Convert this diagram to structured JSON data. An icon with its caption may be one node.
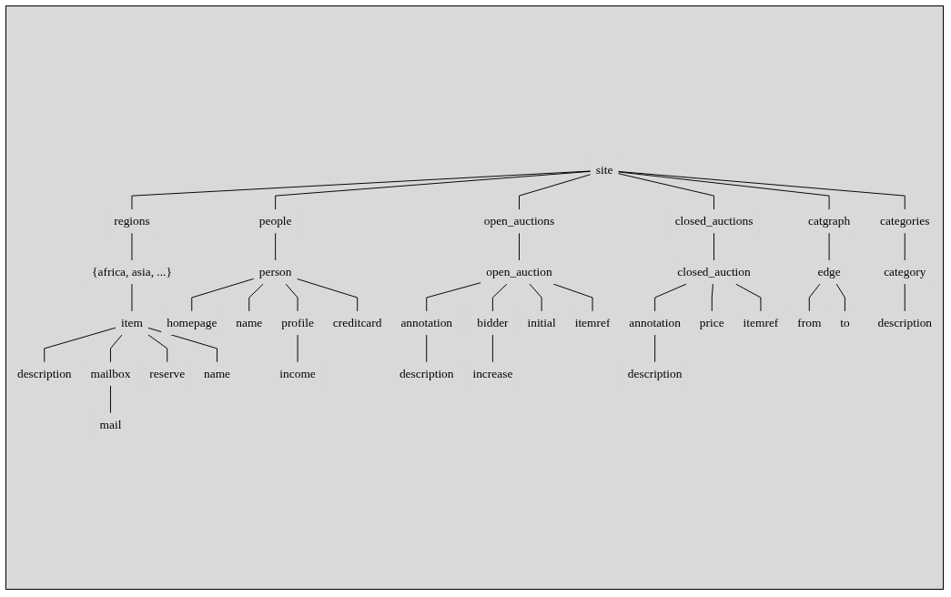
{
  "diagram": {
    "nodes": [
      {
        "text": [
          "site"
        ]
      },
      {
        "text": [
          "regions"
        ]
      },
      {
        "text": [
          "people"
        ]
      },
      {
        "text": [
          "open_auctions"
        ]
      },
      {
        "text": [
          "closed_auctions"
        ]
      },
      {
        "text": [
          "catgraph"
        ]
      },
      {
        "text": [
          "categories"
        ]
      },
      {
        "text": [
          "{africa, asia, ...}"
        ]
      },
      {
        "text": [
          "person"
        ]
      },
      {
        "text": [
          "closed_auction"
        ]
      },
      {
        "text": [
          "category"
        ]
      },
      {
        "text": [
          "homepage"
        ]
      },
      {
        "text": [
          "creditcard"
        ]
      },
      {
        "text": [
          "annotation"
        ]
      },
      {
        "text": [
          "price"
        ]
      },
      {
        "text": [
          "itemref"
        ]
      },
      {
        "text": [
          "description"
        ]
      },
      {
        "text": [
          "name"
        ]
      },
      {
        "text": [
          "profile"
        ]
      },
      {
        "text": [
          "description"
        ]
      },
      {
        "text": [
          "income"
        ]
      },
      {
        "text": [
          "item"
        ]
      },
      {
        "text": [
          "edge"
        ]
      },
      {
        "text": [
          "description"
        ]
      },
      {
        "text": [
          "reserve"
        ]
      },
      {
        "text": [
          "name"
        ]
      },
      {
        "text": [
          "from"
        ]
      },
      {
        "text": [
          "to"
        ]
      },
      {
        "text": [
          "open_auction"
        ]
      },
      {
        "text": [
          "mailbox"
        ]
      },
      {
        "text": [
          "annotation"
        ]
      },
      {
        "text": [
          "bidder"
        ]
      },
      {
        "text": [
          "initial"
        ]
      },
      {
        "text": [
          "itemref"
        ]
      },
      {
        "text": [
          "mail"
        ]
      },
      {
        "text": [
          "description"
        ]
      },
      {
        "text": [
          "increase"
        ]
      }
    ],
    "edges": [
      {
        "from": 0,
        "to": 1,
        "arrow": "none"
      },
      {
        "from": 0,
        "to": 2,
        "arrow": "none"
      },
      {
        "from": 0,
        "to": 3,
        "arrow": "none"
      },
      {
        "from": 0,
        "to": 4,
        "arrow": "none"
      },
      {
        "from": 0,
        "to": 5,
        "arrow": "none"
      },
      {
        "from": 0,
        "to": 6,
        "arrow": "none"
      },
      {
        "from": 1,
        "to": 7,
        "arrow": "none"
      },
      {
        "from": 7,
        "to": 21,
        "arrow": "none"
      },
      {
        "from": 2,
        "to": 8,
        "arrow": "none"
      },
      {
        "from": 8,
        "to": 11,
        "arrow": "none"
      },
      {
        "from": 8,
        "to": 17,
        "arrow": "none"
      },
      {
        "from": 8,
        "to": 18,
        "arrow": "none"
      },
      {
        "from": 8,
        "to": 12,
        "arrow": "none"
      },
      {
        "from": 18,
        "to": 20,
        "arrow": "none"
      },
      {
        "from": 3,
        "to": 28,
        "arrow": "none"
      },
      {
        "from": 4,
        "to": 9,
        "arrow": "none"
      },
      {
        "from": 9,
        "to": 13,
        "arrow": "none"
      },
      {
        "from": 9,
        "to": 14,
        "arrow": "none"
      },
      {
        "from": 9,
        "to": 15,
        "arrow": "none"
      },
      {
        "from": 13,
        "to": 19,
        "arrow": "none"
      },
      {
        "from": 5,
        "to": 22,
        "arrow": "none"
      },
      {
        "from": 22,
        "to": 26,
        "arrow": "none"
      },
      {
        "from": 22,
        "to": 27,
        "arrow": "none"
      },
      {
        "from": 6,
        "to": 10,
        "arrow": "none"
      },
      {
        "from": 10,
        "to": 16,
        "arrow": "none"
      },
      {
        "from": 21,
        "to": 23,
        "arrow": "none"
      },
      {
        "from": 21,
        "to": 29,
        "arrow": "none"
      },
      {
        "from": 21,
        "to": 24,
        "arrow": "none"
      },
      {
        "from": 21,
        "to": 25,
        "arrow": "none"
      },
      {
        "from": 29,
        "to": 34,
        "arrow": "none"
      },
      {
        "from": 28,
        "to": 30,
        "arrow": "none"
      },
      {
        "from": 28,
        "to": 31,
        "arrow": "none"
      },
      {
        "from": 28,
        "to": 32,
        "arrow": "none"
      },
      {
        "from": 28,
        "to": 33,
        "arrow": "none"
      },
      {
        "from": 30,
        "to": 35,
        "arrow": "none"
      },
      {
        "from": 31,
        "to": 36,
        "arrow": "none"
      }
    ]
  }
}
